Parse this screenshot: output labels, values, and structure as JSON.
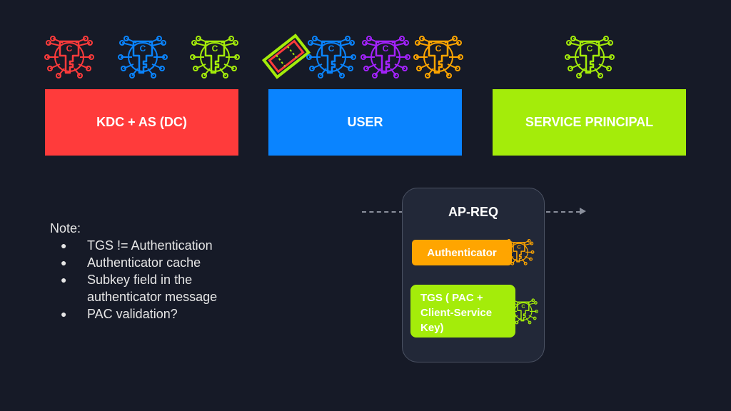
{
  "boxes": {
    "kdc": "KDC + AS (DC)",
    "user": "USER",
    "service": "SERVICE PRINCIPAL"
  },
  "key_icons": [
    {
      "name": "kdc-key",
      "color": "#ff3b3b",
      "glyph": "C"
    },
    {
      "name": "user-key",
      "color": "#0a84ff",
      "glyph": "C"
    },
    {
      "name": "service-key-1",
      "color": "#a4ec0a",
      "glyph": "C"
    },
    {
      "name": "session-key-blue",
      "color": "#0a84ff",
      "glyph": "C"
    },
    {
      "name": "session-key-purple",
      "color": "#a422ff",
      "glyph": "C"
    },
    {
      "name": "session-key-orange",
      "color": "#ffa500",
      "glyph": "C"
    },
    {
      "name": "service-key-2",
      "color": "#a4ec0a",
      "glyph": "C"
    },
    {
      "name": "authenticator-key",
      "color": "#ffa500",
      "glyph": "C"
    },
    {
      "name": "tgs-key",
      "color": "#a4ec0a",
      "glyph": "C"
    }
  ],
  "ticket_icon": {
    "name": "ticket-icon",
    "outer_color": "#a4ec0a",
    "inner_color": "#ff3b3b"
  },
  "note": {
    "heading": "Note:",
    "items": [
      "TGS != Authentication",
      "Authenticator cache",
      "Subkey field in the authenticator message",
      "PAC validation?"
    ]
  },
  "packet": {
    "title": "AP-REQ",
    "authenticator": "Authenticator",
    "tgs": "TGS ( PAC +\nClient-Service\nKey)"
  }
}
